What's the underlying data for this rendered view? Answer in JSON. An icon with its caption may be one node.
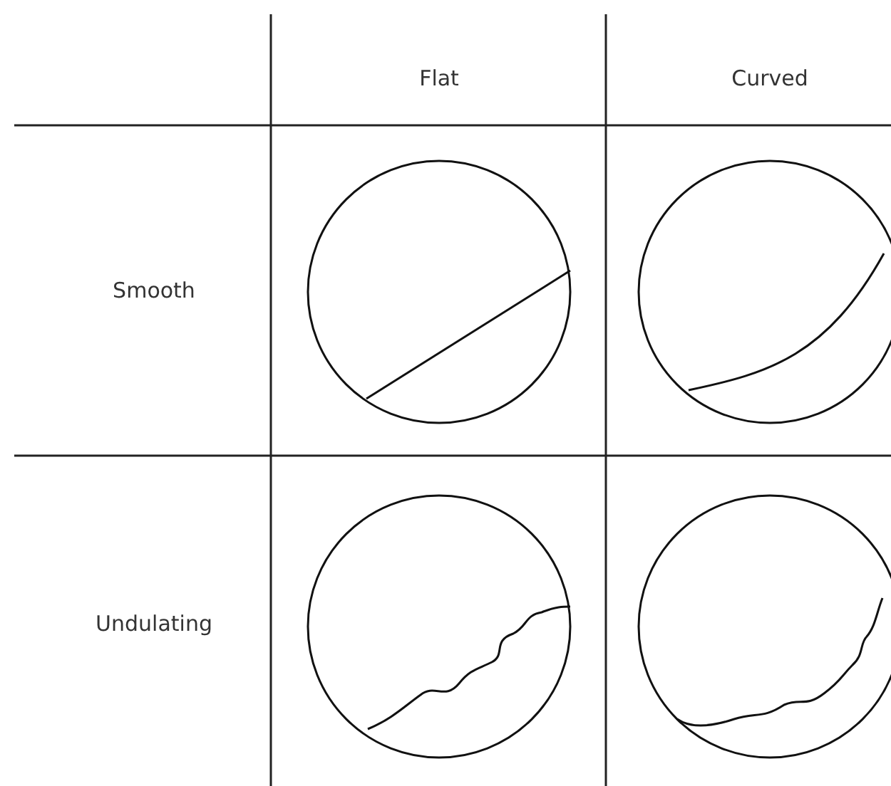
{
  "diagram": {
    "labels": [
      "Flat",
      "Curved",
      "Smooth",
      "Undulating"
    ]
  }
}
